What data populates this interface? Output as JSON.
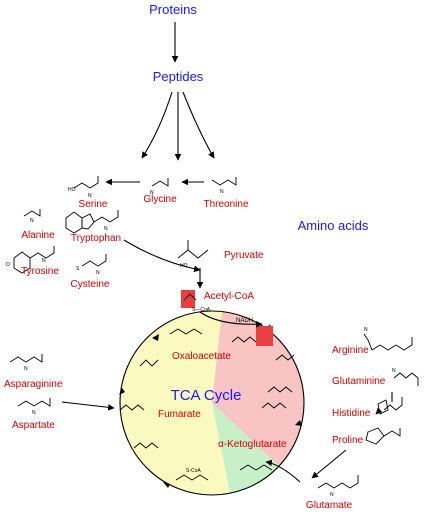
{
  "title_top": "Proteins",
  "peptides": "Peptides",
  "amino_acids_heading": "Amino acids",
  "cycle_label": "TCA Cycle",
  "nadh": "NADH",
  "coa": "S—CoA",
  "coa2": "S-CoA",
  "nodes": {
    "serine": "Serine",
    "glycine": "Glycine",
    "threonine": "Threonine",
    "alanine": "Alanine",
    "tryptophan": "Tryptophan",
    "tyrosine": "Tyrosine",
    "cysteine": "Cysteine",
    "pyruvate": "Pyruvate",
    "acetyl_coa": "Acetyl-CoA",
    "oxaloacetate": "Oxaloacetate",
    "fumarate": "Fumarate",
    "ketoglutarate": "α-Ketoglutarate",
    "asparaginine": "Asparaginine",
    "aspartate": "Aspartate",
    "arginine": "Arginine",
    "glutaminine": "Glutaminine",
    "histidine": "Histidine",
    "proline": "Proline",
    "glutamate": "Glutamate"
  },
  "colors": {
    "heading": "#1a1aff",
    "metabolite": "#d40000",
    "pink_sector": "#f8c4c4",
    "yellow_sector": "#fafac0",
    "green_sector": "#c8f0c8",
    "highlight": "#e84040"
  }
}
